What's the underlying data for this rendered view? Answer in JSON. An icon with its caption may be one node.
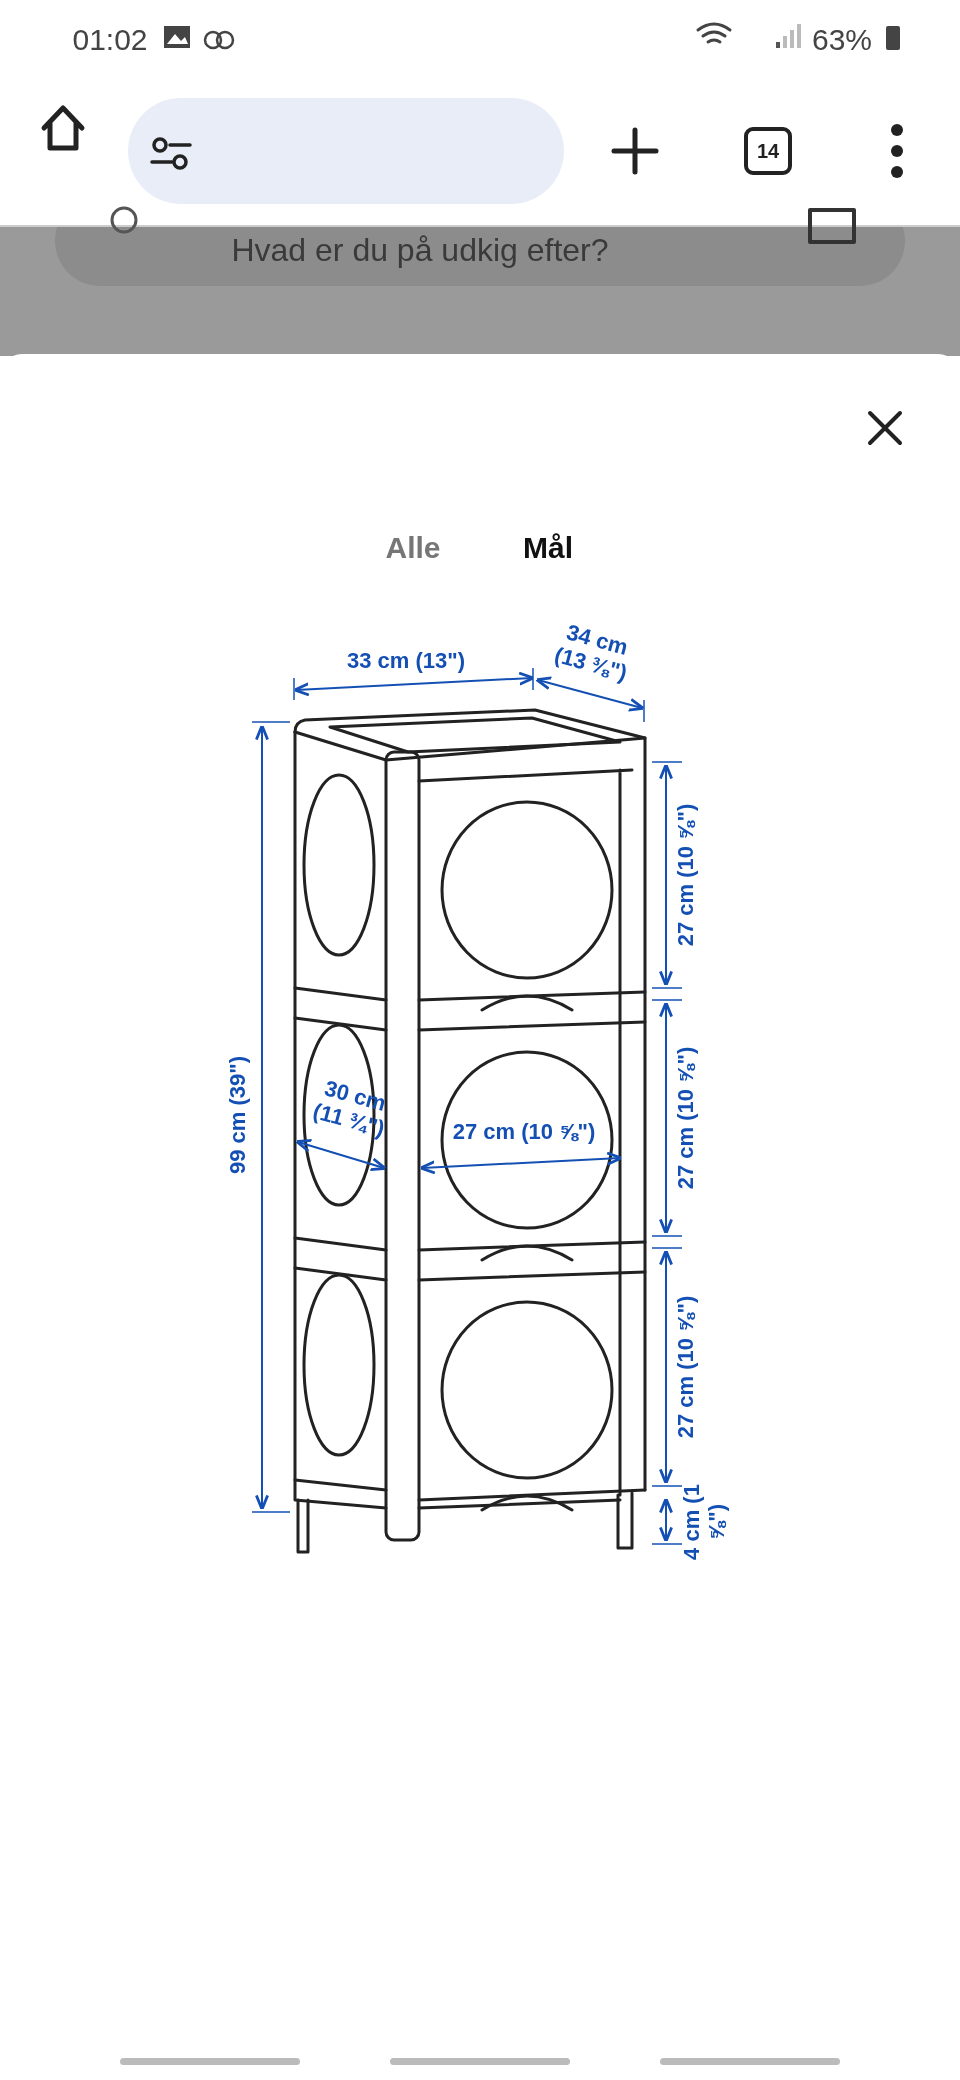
{
  "diagram": {
    "labels": [
      "01:02",
      "63%",
      "14",
      "Hvad er du på udkig efter?",
      "Alle",
      "Mål",
      "33 cm (13\")",
      "34 cm (13 ⅜\")",
      "99 cm (39\")",
      "27 cm (10 ⅝\")",
      "27 cm (10 ⅝\")",
      "30 cm (11 ¾\")",
      "27 cm (10 ⅝\")",
      "27 cm (10 ⅝\")",
      "4 cm (1 ⅝\")"
    ]
  }
}
